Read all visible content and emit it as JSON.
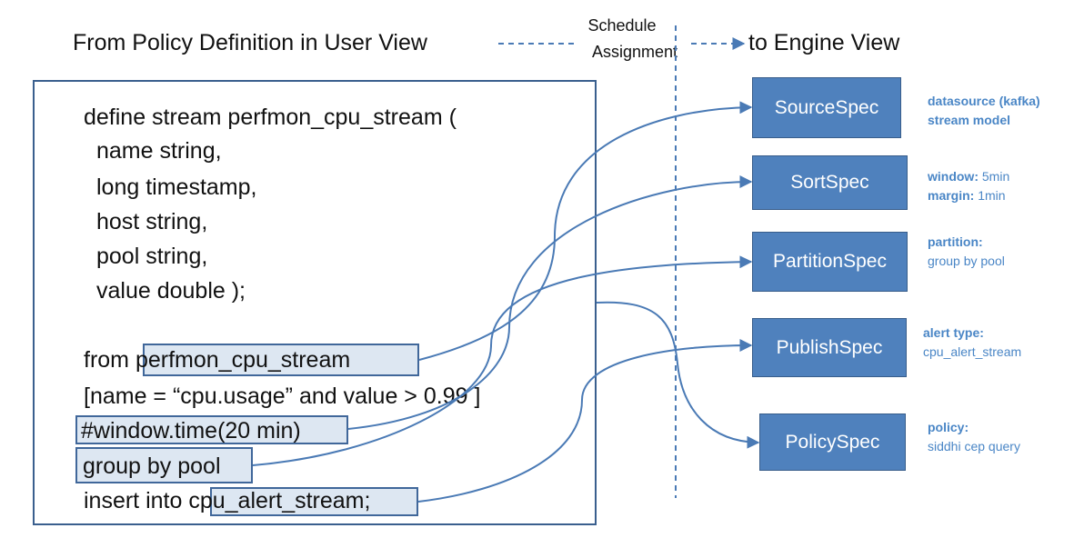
{
  "header": {
    "left_title": "From Policy Definition in User View",
    "right_title": "to Engine View",
    "schedule_line1": "Schedule",
    "schedule_line2": "Assignment"
  },
  "policy": {
    "lines": [
      "define stream perfmon_cpu_stream (",
      "name string,",
      "long timestamp,",
      "host string,",
      "pool string,",
      "value double );"
    ],
    "from_prefix": "from ",
    "from_stream": "perfmon_cpu_stream",
    "filter": "[name = “cpu.usage” and value > 0.99 ]",
    "window": "#window.time(20 min)",
    "group": "group by pool",
    "insert_prefix": "insert into ",
    "insert_stream": "cpu_alert_stream;"
  },
  "specs": [
    {
      "label": "SourceSpec",
      "note_key": "datasource (kafka)",
      "note_val": "stream model"
    },
    {
      "label": "SortSpec",
      "note_key": "window:",
      "note_val1": " 5min",
      "note_key2": "margin:",
      "note_val2": " 1min"
    },
    {
      "label": "PartitionSpec",
      "note_key": "partition:",
      "note_val": "group by pool"
    },
    {
      "label": "PublishSpec",
      "note_key": "alert type:",
      "note_val": "cpu_alert_stream"
    },
    {
      "label": "PolicySpec",
      "note_key": "policy:",
      "note_val": "siddhi cep query"
    }
  ],
  "colors": {
    "spec_fill": "#4f81bd",
    "connector": "#4a7ab5",
    "highlight_fill": "#dde7f2",
    "note_text": "#4a86c6"
  }
}
